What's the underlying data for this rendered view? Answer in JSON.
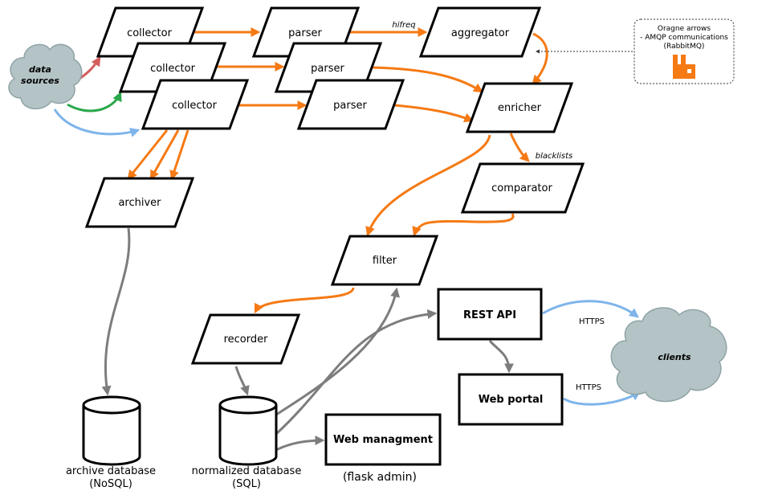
{
  "nodes": {
    "data_sources": "data sources",
    "collector": "collector",
    "parser": "parser",
    "aggregator": "aggregator",
    "enricher": "enricher",
    "comparator": "comparator",
    "filter": "filter",
    "archiver": "archiver",
    "recorder": "recorder",
    "rest_api": "REST API",
    "web_portal": "Web portal",
    "web_managment": "Web managment",
    "clients": "clients"
  },
  "databases": {
    "archive": {
      "line1": "archive database",
      "line2": "(NoSQL)"
    },
    "normalized": {
      "line1": "normalized database",
      "line2": "(SQL)"
    }
  },
  "edge_labels": {
    "hifreq": "hifreq",
    "blacklists": "blacklists",
    "https_1": "HTTPS",
    "https_2": "HTTPS",
    "flask_admin": "(flask admin)"
  },
  "legend": {
    "line1": "Oragne arrows",
    "line2": "- AMQP communications",
    "line3": "(RabbitMQ)",
    "icon": "rabbitmq-icon"
  },
  "colors": {
    "amqp": "#f57a14",
    "gray": "#7d7d7d",
    "blue": "#7eb4ea",
    "green": "#2aa84a",
    "red": "#d45d5d",
    "cloud": "#b4c4c6"
  }
}
